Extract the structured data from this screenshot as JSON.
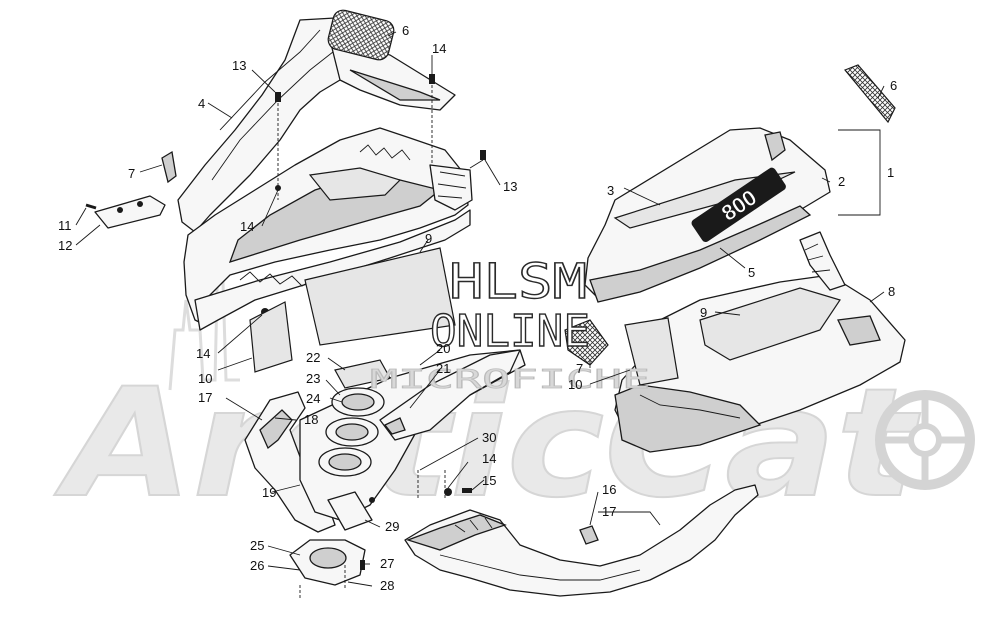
{
  "watermark": {
    "brand": "ArcticCat",
    "line1": "HLSM",
    "line2": "ONLINE",
    "line3": "MICROFICHE"
  },
  "callouts": [
    {
      "id": "c1",
      "label": "1"
    },
    {
      "id": "c2",
      "label": "2"
    },
    {
      "id": "c3",
      "label": "3"
    },
    {
      "id": "c4",
      "label": "4"
    },
    {
      "id": "c5",
      "label": "5"
    },
    {
      "id": "c6a",
      "label": "6"
    },
    {
      "id": "c6b",
      "label": "6"
    },
    {
      "id": "c7a",
      "label": "7"
    },
    {
      "id": "c7b",
      "label": "7"
    },
    {
      "id": "c8",
      "label": "8"
    },
    {
      "id": "c9a",
      "label": "9"
    },
    {
      "id": "c9b",
      "label": "9"
    },
    {
      "id": "c10a",
      "label": "10"
    },
    {
      "id": "c10b",
      "label": "10"
    },
    {
      "id": "c11",
      "label": "11"
    },
    {
      "id": "c12",
      "label": "12"
    },
    {
      "id": "c13a",
      "label": "13"
    },
    {
      "id": "c13b",
      "label": "13"
    },
    {
      "id": "c14a",
      "label": "14"
    },
    {
      "id": "c14b",
      "label": "14"
    },
    {
      "id": "c14c",
      "label": "14"
    },
    {
      "id": "c14d",
      "label": "14"
    },
    {
      "id": "c15",
      "label": "15"
    },
    {
      "id": "c16",
      "label": "16"
    },
    {
      "id": "c17a",
      "label": "17"
    },
    {
      "id": "c17b",
      "label": "17"
    },
    {
      "id": "c18",
      "label": "18"
    },
    {
      "id": "c19",
      "label": "19"
    },
    {
      "id": "c20",
      "label": "20"
    },
    {
      "id": "c21",
      "label": "21"
    },
    {
      "id": "c22",
      "label": "22"
    },
    {
      "id": "c23",
      "label": "23"
    },
    {
      "id": "c24",
      "label": "24"
    },
    {
      "id": "c25",
      "label": "25"
    },
    {
      "id": "c26",
      "label": "26"
    },
    {
      "id": "c27",
      "label": "27"
    },
    {
      "id": "c28",
      "label": "28"
    },
    {
      "id": "c29",
      "label": "29"
    },
    {
      "id": "c30",
      "label": "30"
    }
  ],
  "decal_text": "800"
}
